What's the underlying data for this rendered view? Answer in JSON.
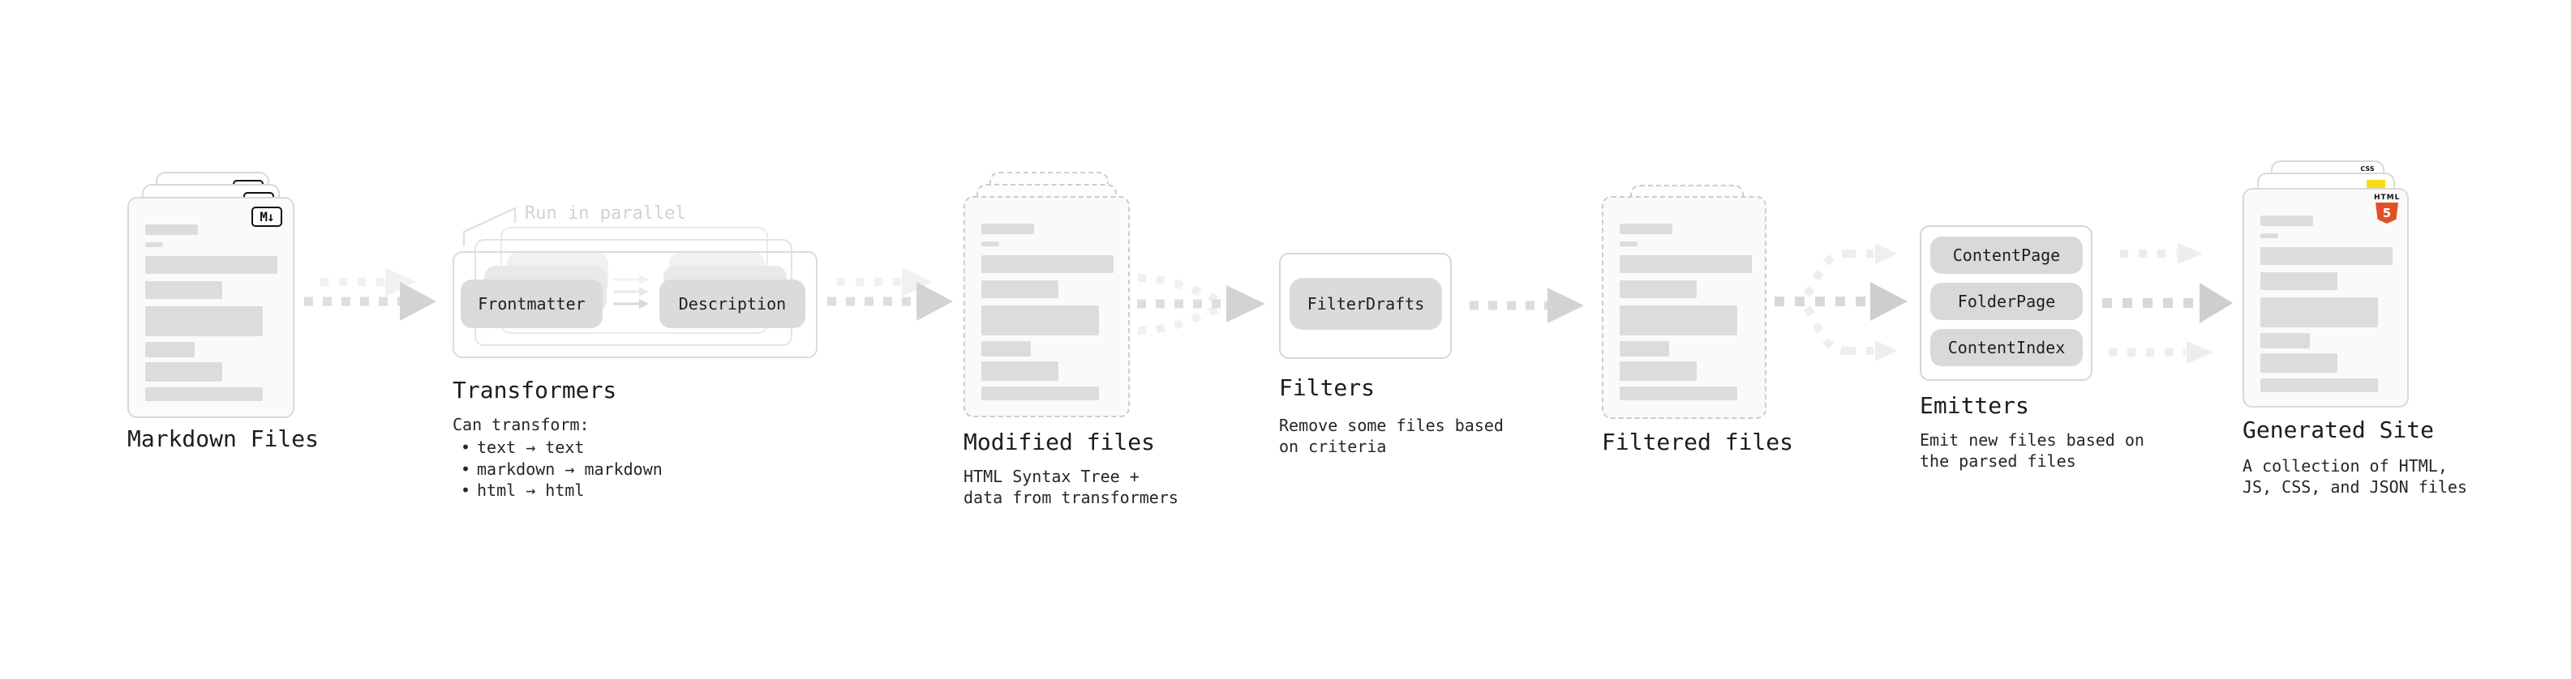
{
  "stages": {
    "markdown_files": {
      "title": "Markdown Files",
      "icon": "M↓"
    },
    "transformers": {
      "annotation": "Run in parallel",
      "node_left": "Frontmatter",
      "node_right": "Description",
      "title": "Transformers",
      "body_intro": "Can transform:",
      "bullets": [
        "text → text",
        "markdown → markdown",
        "html → html"
      ]
    },
    "modified_files": {
      "title": "Modified files",
      "body_lines": [
        "HTML Syntax Tree +",
        "data from transformers"
      ]
    },
    "filters": {
      "node": "FilterDrafts",
      "title": "Filters",
      "body_lines": [
        "Remove some files based",
        "on criteria"
      ]
    },
    "filtered_files": {
      "title": "Filtered files"
    },
    "emitters": {
      "pills": [
        "ContentPage",
        "FolderPage",
        "ContentIndex"
      ],
      "title": "Emitters",
      "body_lines": [
        "Emit new files based on",
        "the parsed files"
      ]
    },
    "generated_site": {
      "title": "Generated Site",
      "body_lines": [
        "A collection of HTML,",
        "JS, CSS, and JSON files"
      ],
      "html5_icon_label": "HTML",
      "html5_icon_number": "5",
      "css_icon_label": "CSS"
    }
  },
  "colors": {
    "html5_orange": "#e34f26",
    "js_yellow": "#f5de19",
    "css_blue": "#2962ff",
    "arrow_gray": "#dedede",
    "arrow_head_gray": "#d3d3d3",
    "skeleton_gray": "#dcdcdc"
  }
}
